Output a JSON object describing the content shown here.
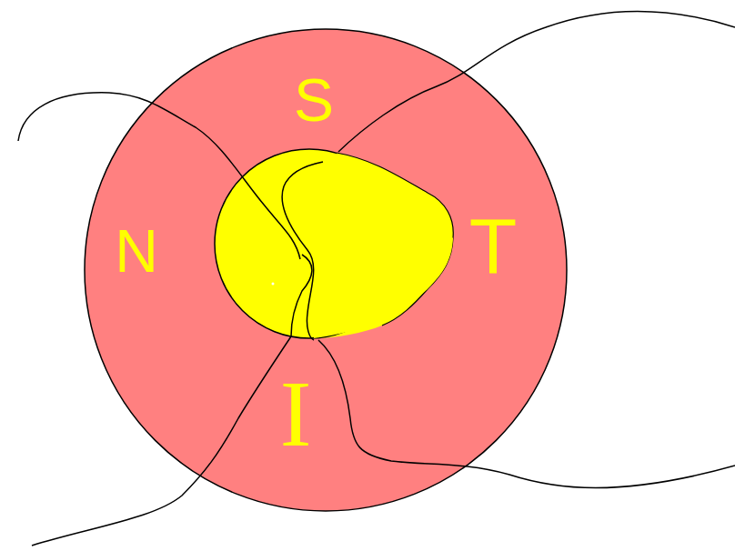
{
  "diagram": {
    "labels": [
      "S",
      "N",
      "T",
      "I"
    ]
  }
}
